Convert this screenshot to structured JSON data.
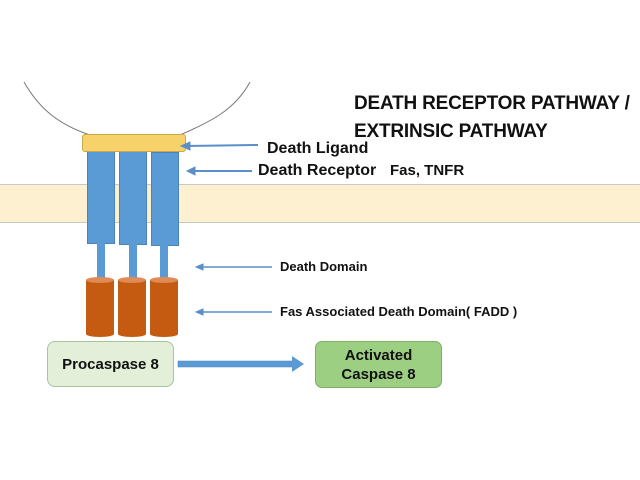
{
  "title": {
    "line1": "DEATH RECEPTOR PATHWAY /",
    "line2": "EXTRINSIC PATHWAY"
  },
  "labels": {
    "death_ligand": "Death Ligand",
    "death_receptor": "Death Receptor",
    "receptor_examples": "Fas, TNFR",
    "death_domain": "Death Domain",
    "fadd": "Fas Associated Death Domain( FADD )"
  },
  "boxes": {
    "procaspase": "Procaspase 8",
    "activated_line1": "Activated",
    "activated_line2": "Caspase 8"
  },
  "colors": {
    "ligand": "#f7d26a",
    "receptor": "#5b9bd5",
    "fadd": "#c55a11",
    "membrane": "#fdf0d0",
    "procaspase_box": "#e3efd9",
    "activated_box": "#9dcf83",
    "arrow": "#5b8fc9"
  }
}
